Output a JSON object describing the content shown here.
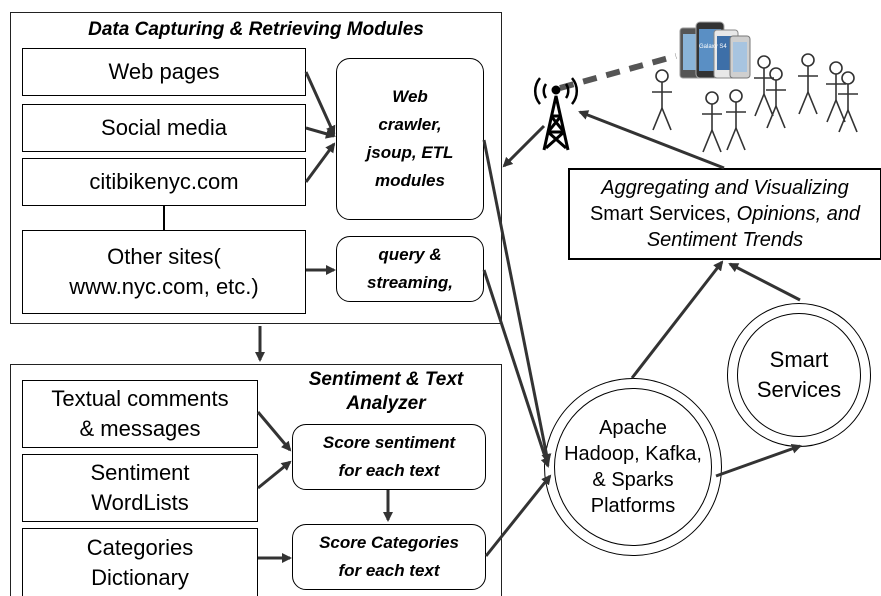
{
  "modules_panel": {
    "title": "Data Capturing & Retrieving Modules",
    "sources": [
      "Web pages",
      "Social media",
      "citibikenyc.com"
    ],
    "other_sites": [
      "Other sites(",
      "www.nyc.com, etc.)"
    ],
    "crawler": [
      "Web",
      "crawler,",
      "jsoup, ETL",
      "modules"
    ],
    "query": [
      "query &",
      "streaming,"
    ]
  },
  "sentiment_panel": {
    "title": [
      "Sentiment & Text",
      "Analyzer"
    ],
    "inputs": [
      [
        "Textual comments",
        "& messages"
      ],
      [
        "Sentiment",
        "WordLists"
      ],
      [
        "Categories",
        "Dictionary"
      ]
    ],
    "score_sentiment": [
      "Score sentiment",
      "for each text"
    ],
    "score_categories": [
      "Score Categories",
      "for each text"
    ]
  },
  "aggregation": {
    "line1": "Aggregating and Visualizing",
    "line2_plain": "Smart Services, ",
    "line2_italic": "Opinions, and",
    "line3": "Sentiment Trends"
  },
  "platform": [
    "Apache",
    "Hadoop, Kafka,",
    "& Sparks",
    "Platforms"
  ],
  "smart_services": [
    "Smart",
    "Services"
  ],
  "phone_label": "Galaxy S4",
  "icons": [
    "cell-tower-icon",
    "smartphone-icon",
    "person-icon"
  ]
}
